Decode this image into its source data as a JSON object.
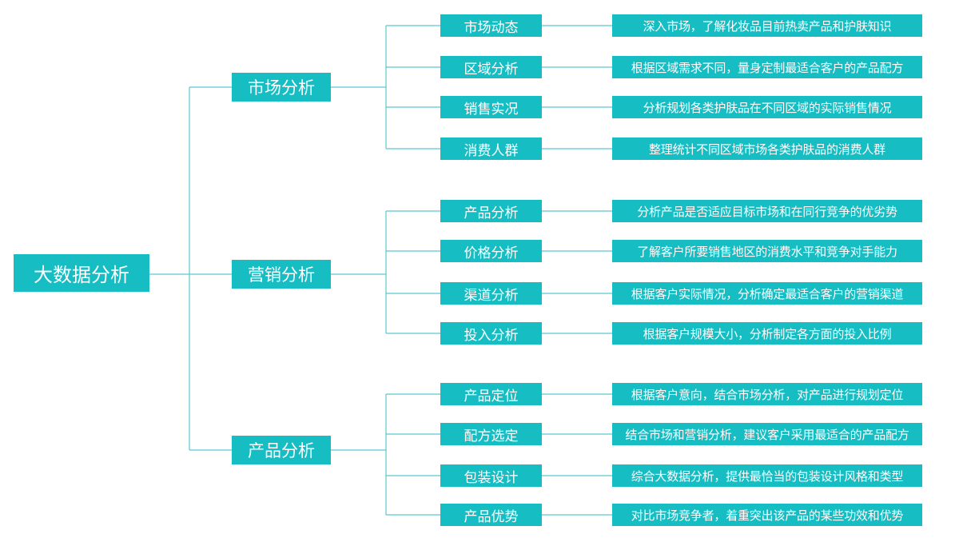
{
  "colors": {
    "box": "#16bec4",
    "line": "#5cc8cf"
  },
  "root": "大数据分析",
  "categories": [
    {
      "label": "市场分析",
      "items": [
        {
          "label": "市场动态",
          "desc": "深入市场，了解化妆品目前热卖产品和护肤知识"
        },
        {
          "label": "区域分析",
          "desc": "根据区域需求不同，量身定制最适合客户的产品配方"
        },
        {
          "label": "销售实况",
          "desc": "分析规划各类护肤品在不同区域的实际销售情况"
        },
        {
          "label": "消费人群",
          "desc": "整理统计不同区域市场各类护肤品的消费人群"
        }
      ]
    },
    {
      "label": "营销分析",
      "items": [
        {
          "label": "产品分析",
          "desc": "分析产品是否适应目标市场和在同行竞争的优劣势"
        },
        {
          "label": "价格分析",
          "desc": "了解客户所要销售地区的消费水平和竞争对手能力"
        },
        {
          "label": "渠道分析",
          "desc": "根据客户实际情况，分析确定最适合客户的营销渠道"
        },
        {
          "label": "投入分析",
          "desc": "根据客户规模大小，分析制定各方面的投入比例"
        }
      ]
    },
    {
      "label": "产品分析",
      "items": [
        {
          "label": "产品定位",
          "desc": "根据客户意向，结合市场分析，对产品进行规划定位"
        },
        {
          "label": "配方选定",
          "desc": "结合市场和营销分析，建议客户采用最适合的产品配方"
        },
        {
          "label": "包装设计",
          "desc": "综合大数据分析，提供最恰当的包装设计风格和类型"
        },
        {
          "label": "产品优势",
          "desc": "对比市场竞争者，着重突出该产品的某些功效和优势"
        }
      ]
    }
  ]
}
